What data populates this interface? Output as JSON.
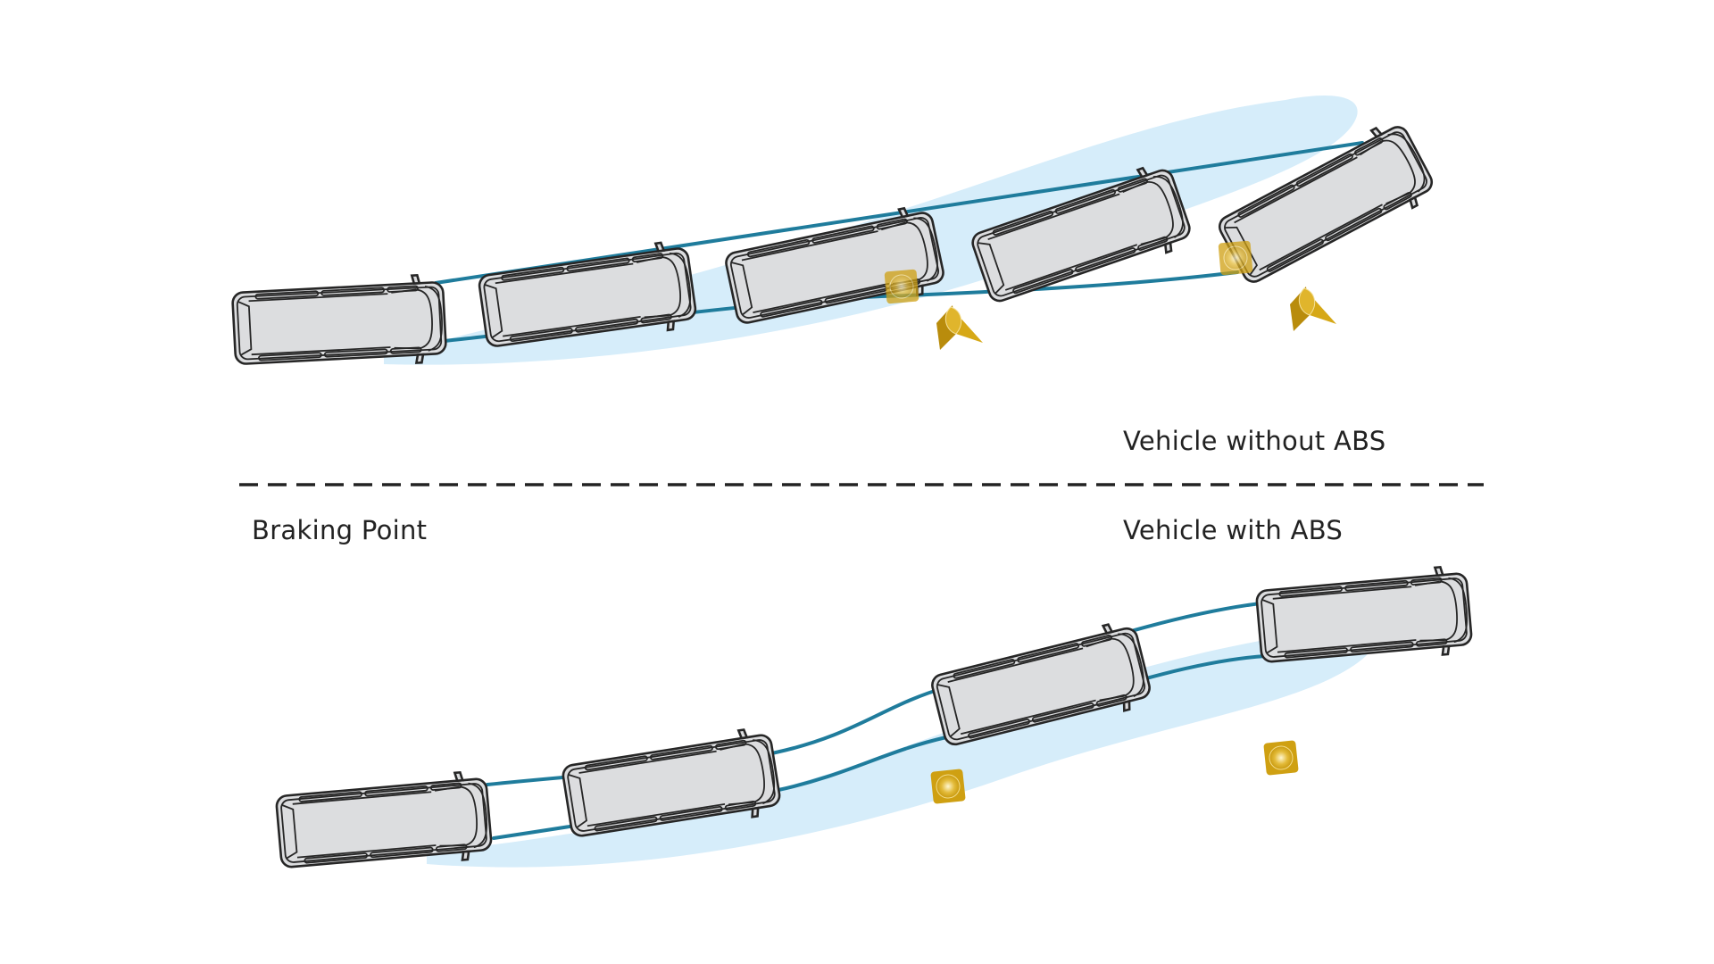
{
  "labels": {
    "without_abs": "Vehicle without ABS",
    "with_abs": "Vehicle with ABS",
    "braking_point": "Braking Point"
  },
  "colors": {
    "background": "#ffffff",
    "tire_track": "#1f7c9c",
    "skid_smudge": "#d6edfa",
    "vehicle_fill": "#dcdddf",
    "vehicle_outline": "#262626",
    "cone": "#d6a817",
    "divider": "#222222",
    "text": "#222222"
  },
  "scenes": [
    {
      "id": "without-abs",
      "description": "Vehicle skids straight into cones when braking without ABS",
      "vehicle_positions": 5,
      "cones_knocked_over": 2
    },
    {
      "id": "with-abs",
      "description": "Vehicle steers around cones while braking with ABS",
      "vehicle_positions": 4,
      "cones_avoided": 2
    }
  ]
}
